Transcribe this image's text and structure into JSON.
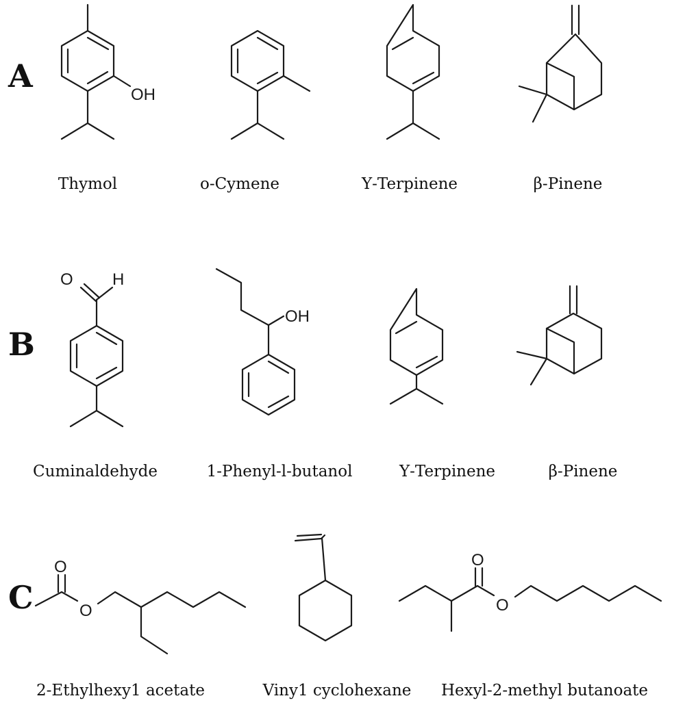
{
  "panels": {
    "a": {
      "letter": "A",
      "compounds": [
        {
          "name": "Thymol",
          "atoms": [
            "OH"
          ]
        },
        {
          "name": "o-Cymene",
          "atoms": []
        },
        {
          "name": "Υ-Terpinene",
          "atoms": []
        },
        {
          "name": "β-Pinene",
          "atoms": []
        }
      ]
    },
    "b": {
      "letter": "B",
      "compounds": [
        {
          "name": "Cuminaldehyde",
          "atoms": [
            "O",
            "H"
          ]
        },
        {
          "name": "1-Phenyl-l-butanol",
          "atoms": [
            "OH"
          ]
        },
        {
          "name": "Υ-Terpinene",
          "atoms": []
        },
        {
          "name": "β-Pinene",
          "atoms": []
        }
      ]
    },
    "c": {
      "letter": "C",
      "compounds": [
        {
          "name": "2-Ethylhexy1 acetate",
          "atoms": [
            "O",
            "O"
          ]
        },
        {
          "name": "Viny1 cyclohexane",
          "atoms": []
        },
        {
          "name": "Hexyl-2-methyl butanoate",
          "atoms": [
            "O",
            "O"
          ]
        }
      ]
    }
  }
}
